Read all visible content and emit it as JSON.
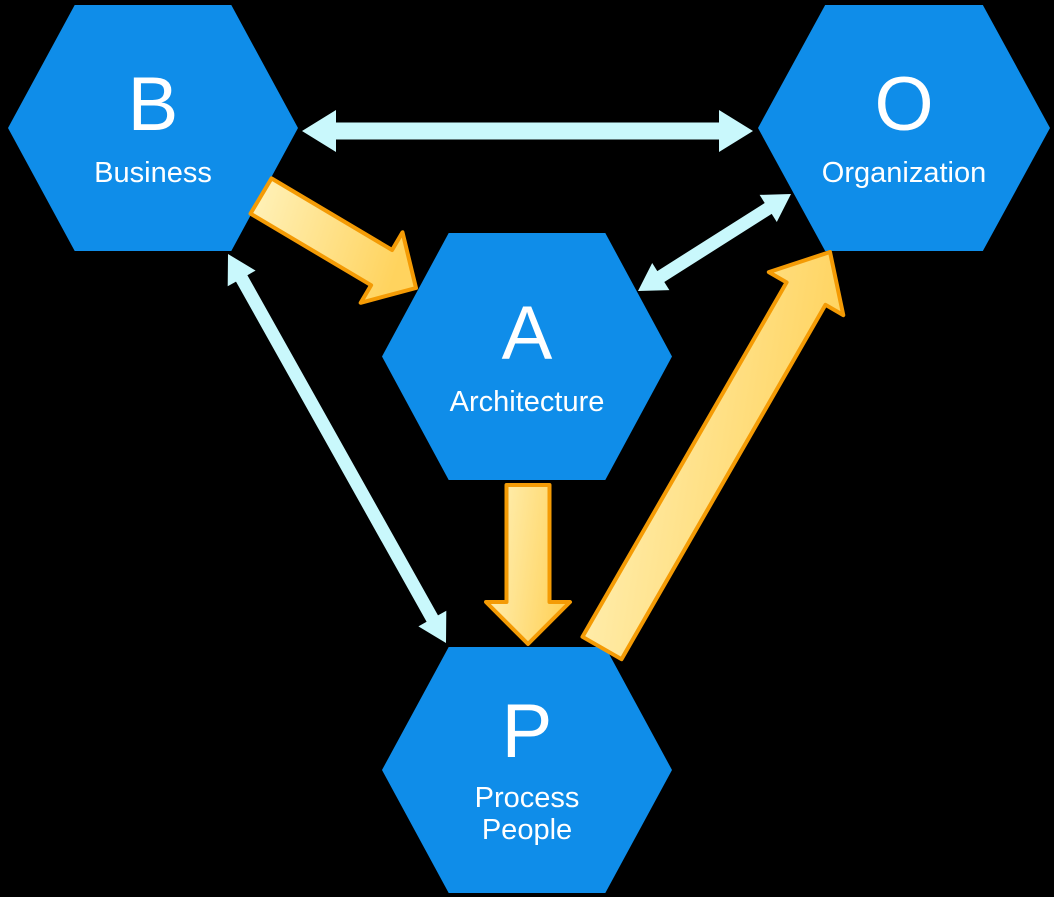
{
  "diagram": {
    "background_color": "#000000",
    "colors": {
      "hexagon": "#0F8DE9",
      "node_text": "#FFFFFF",
      "cyan_arrow": "#C9F8FC",
      "yellow_fill_light": "#FFF3BE",
      "yellow_fill_dark": "#FFD35E",
      "yellow_stroke": "#F49B05"
    },
    "nodes": {
      "business": {
        "letter": "B",
        "label": "Business"
      },
      "organization": {
        "letter": "O",
        "label": "Organization"
      },
      "architecture": {
        "letter": "A",
        "label": "Architecture"
      },
      "process": {
        "letter": "P",
        "lines": [
          "Process",
          "People"
        ]
      }
    },
    "arrows": [
      {
        "name": "arrow-business-organization",
        "from": "business",
        "to": "organization",
        "style": "cyan",
        "bidirectional": true
      },
      {
        "name": "arrow-business-architecture",
        "from": "business",
        "to": "architecture",
        "style": "yellow",
        "bidirectional": false
      },
      {
        "name": "arrow-architecture-organization",
        "from": "architecture",
        "to": "organization",
        "style": "cyan",
        "bidirectional": true
      },
      {
        "name": "arrow-architecture-process",
        "from": "architecture",
        "to": "process",
        "style": "yellow",
        "bidirectional": false
      },
      {
        "name": "arrow-process-organization",
        "from": "process",
        "to": "organization",
        "style": "yellow",
        "bidirectional": false
      },
      {
        "name": "arrow-business-process",
        "from": "business",
        "to": "process",
        "style": "cyan",
        "bidirectional": true
      }
    ]
  }
}
